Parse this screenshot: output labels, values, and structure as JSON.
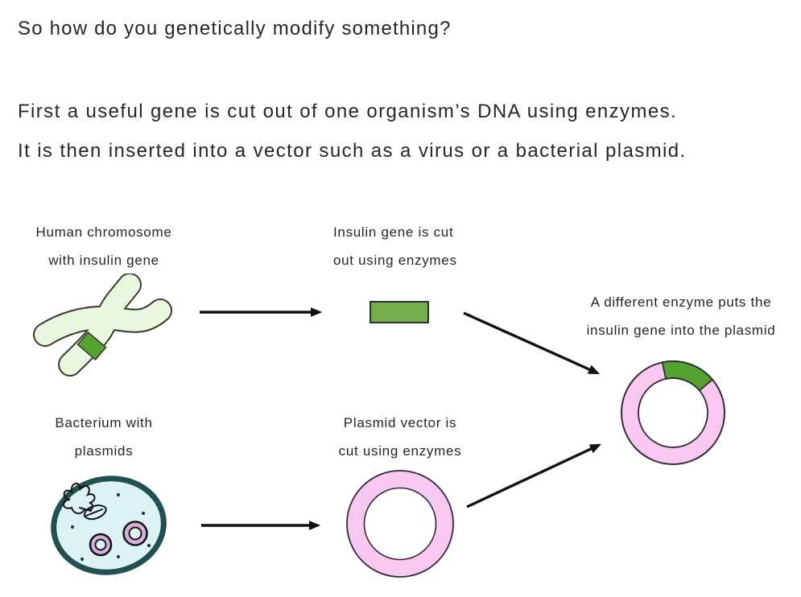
{
  "page": {
    "title": "So how do you genetically modify something?",
    "body_line1": "First a useful gene is cut out of one organism’s DNA using enzymes.",
    "body_line2": "It is then inserted into a vector such as a virus or a bacterial plasmid."
  },
  "diagram": {
    "labels": {
      "chromosome1": "Human chromosome",
      "chromosome2": "with insulin gene",
      "gene1": "Insulin gene is cut",
      "gene2": "out using enzymes",
      "recombinant1": "A different enzyme puts the",
      "recombinant2": "insulin gene into the plasmid",
      "bacterium1": "Bacterium with",
      "bacterium2": "plasmids",
      "plasmid1": "Plasmid vector is",
      "plasmid2": "cut using enzymes"
    },
    "colors": {
      "chromosome_fill": "#e9f7de",
      "chromosome_outline": "#3a3a33",
      "band_green": "#55a231",
      "gene_green": "#74ad4b",
      "plasmid_pink": "#f8c8f0",
      "ring_outline": "#35283a",
      "bacterium_fill": "#dcf2f4",
      "bacterium_border": "#20504f",
      "mini_plasmid_fill": "#d8b0dd",
      "arrow_black": "#111111",
      "text": "#262626"
    }
  }
}
